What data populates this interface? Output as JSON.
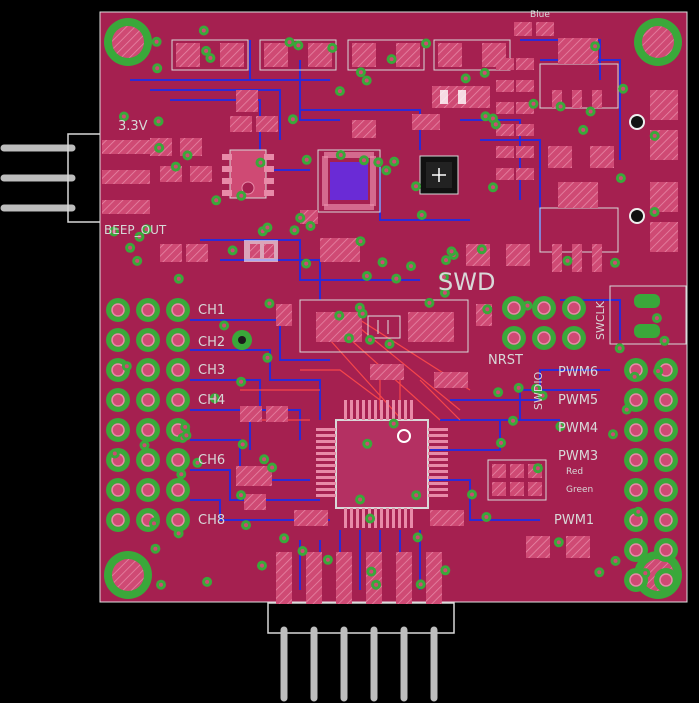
{
  "viewer": {
    "background": "#000000",
    "board_fill": "#a52050",
    "pad_color": "#d23a6e",
    "trace_blue": "#2b2bd6",
    "via_green": "#3aa83a",
    "silk_color": "#d8d8d8",
    "chip_violet": "#6a2bd6"
  },
  "labels": {
    "blue": "Blue",
    "v33": "3.3V",
    "beep_out": "BEEP_OUT",
    "swd": "SWD",
    "nrst": "NRST",
    "swdio": "SWDIO",
    "swclk": "SWCLK",
    "ch1": "CH1",
    "ch2": "CH2",
    "ch3": "CH3",
    "ch4": "CH4",
    "ch6": "CH6",
    "ch8": "CH8",
    "pwm6": "PWM6",
    "pwm5": "PWM5",
    "pwm4": "PWM4",
    "pwm3": "PWM3",
    "pwm1": "PWM1",
    "red": "Red",
    "green": "Green"
  }
}
